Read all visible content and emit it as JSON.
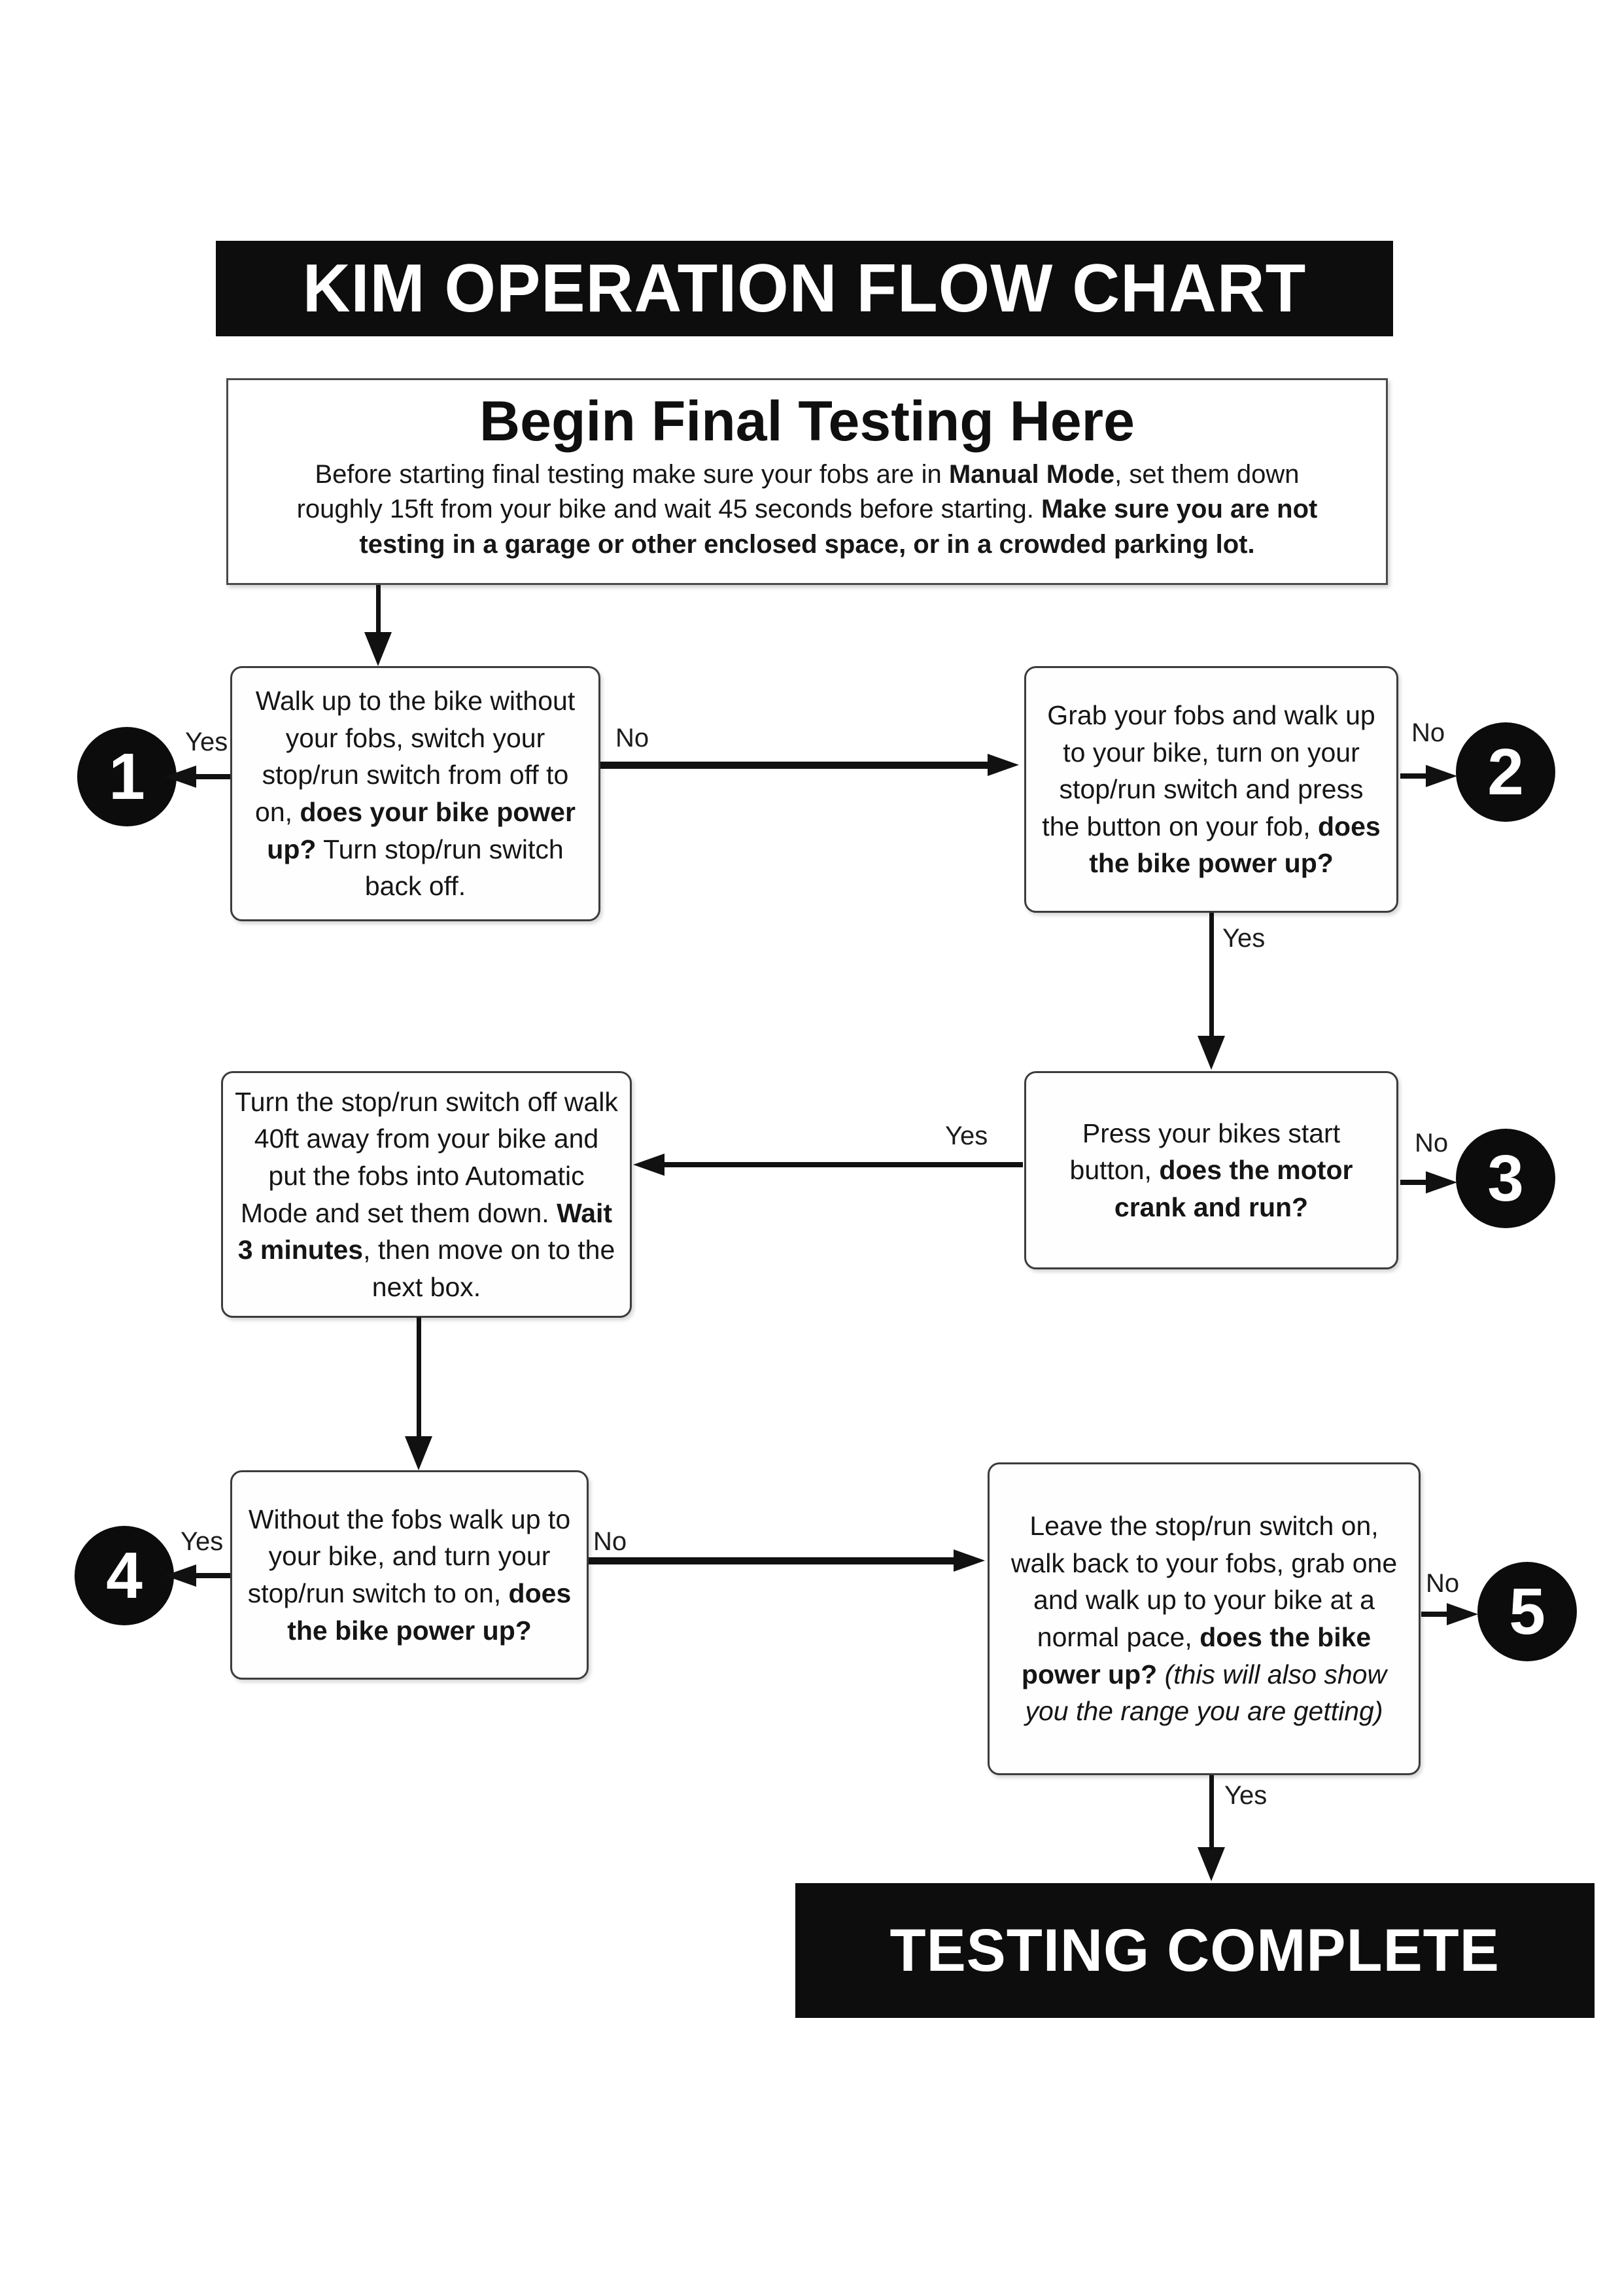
{
  "title": "KIM OPERATION FLOW CHART",
  "start_box": {
    "heading": "Begin Final Testing Here",
    "seg0": "Before starting final testing make sure your fobs are in ",
    "seg1": "Manual Mode",
    "seg2": ", set them down roughly 15ft from your bike and wait 45 seconds before starting. ",
    "seg3": "Make sure you are not testing in a garage or other enclosed space, or in a crowded parking lot."
  },
  "nodes": {
    "walk_without_fobs": {
      "seg0": "Walk up to the bike without your fobs, switch your stop/run switch from off to on, ",
      "seg1": "does your bike power up?",
      "seg2": " Turn stop/run switch back off."
    },
    "grab_fobs": {
      "seg0": "Grab your fobs and walk up to your bike, turn on your stop/run switch and press the button on your fob, ",
      "seg1": "does the bike power up?"
    },
    "turn_switch_off": {
      "seg0": "Turn the stop/run switch off walk 40ft away from your bike and put the fobs into Automatic Mode and set them down. ",
      "seg1": "Wait 3 minutes",
      "seg2": ", then move on to the next box."
    },
    "press_start": {
      "seg0": "Press your bikes start button, ",
      "seg1": "does the motor crank and run?"
    },
    "without_fobs": {
      "seg0": "Without the fobs walk up to your bike, and turn your stop/run switch to on, ",
      "seg1": "does the bike power up?"
    },
    "leave_switch_on": {
      "seg0": "Leave the stop/run switch on, walk back to your fobs, grab one and walk up to your bike at a normal pace, ",
      "seg1": "does the bike power up?",
      "seg2": " ",
      "seg3": "(this will also show you the range you are getting)"
    }
  },
  "labels": {
    "yes": "Yes",
    "no": "No"
  },
  "endpoints": {
    "e1": "1",
    "e2": "2",
    "e3": "3",
    "e4": "4",
    "e5": "5"
  },
  "end_banner": "TESTING COMPLETE",
  "colors": {
    "banner_bg": "#0d0d0d",
    "node_border": "#3c3c3c",
    "arrow": "#111111",
    "text": "#151515"
  }
}
